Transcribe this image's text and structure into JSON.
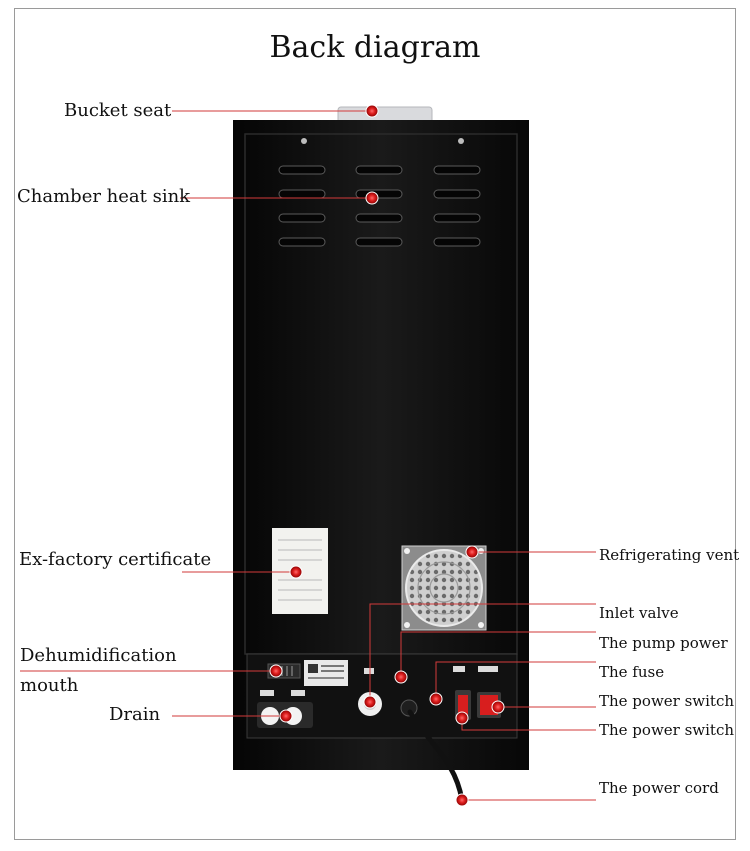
{
  "title": "Back diagram",
  "labels": {
    "bucket_seat": "Bucket seat",
    "chamber_heat_sink": "Chamber heat sink",
    "ex_factory_certificate": "Ex-factory certificate",
    "dehumidification_mouth_line1": "Dehumidification",
    "dehumidification_mouth_line2": "mouth",
    "drain": "Drain",
    "refrigerating_vent": "Refrigerating vent",
    "inlet_valve": "Inlet valve",
    "pump_power": "The pump power",
    "fuse": "The fuse",
    "power_switch_1": "The power switch",
    "power_switch_2": "The power switch",
    "power_cord": "The power cord"
  },
  "colors": {
    "cabinet": "#0d0d0d",
    "leader_line": "#d23a3a",
    "marker_red": "#e02020",
    "switch_red": "#d81e1e"
  }
}
